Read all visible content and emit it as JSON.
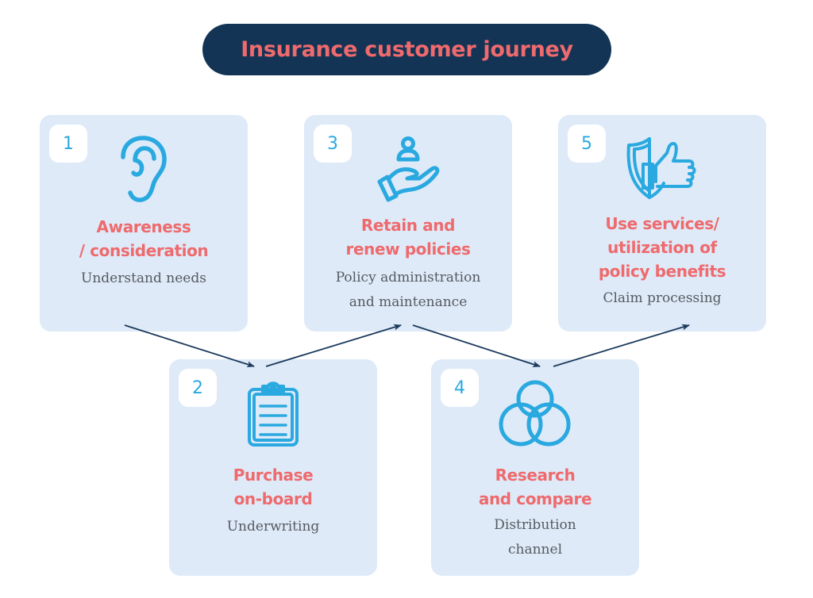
{
  "title": "Insurance customer journey",
  "colors": {
    "title_background": "#143455",
    "title_text": "#ee6a6d",
    "card_background": "#deeaf8",
    "badge_background": "#ffffff",
    "icon": "#2aa9e0",
    "heading": "#ee6a6d",
    "subtext": "#555a60",
    "arrow": "#1b3a5c"
  },
  "steps": [
    {
      "number": "1",
      "icon": "ear-icon",
      "heading_lines": [
        "Awareness",
        "/ consideration"
      ],
      "sub_lines": [
        "Understand needs"
      ]
    },
    {
      "number": "2",
      "icon": "clipboard-icon",
      "heading_lines": [
        "Purchase",
        "on-board"
      ],
      "sub_lines": [
        "Underwriting"
      ]
    },
    {
      "number": "3",
      "icon": "hand-person-icon",
      "heading_lines": [
        "Retain and",
        "renew policies"
      ],
      "sub_lines": [
        "Policy administration",
        "and maintenance"
      ]
    },
    {
      "number": "4",
      "icon": "three-circles-icon",
      "heading_lines": [
        "Research",
        "and compare"
      ],
      "sub_lines": [
        "Distribution",
        "channel"
      ]
    },
    {
      "number": "5",
      "icon": "shield-thumbs-up-icon",
      "heading_lines": [
        "Use services/",
        "utilization of",
        "policy benefits"
      ],
      "sub_lines": [
        "Claim processing"
      ]
    }
  ],
  "flow": [
    {
      "from": "1",
      "to": "2"
    },
    {
      "from": "2",
      "to": "3"
    },
    {
      "from": "3",
      "to": "4"
    },
    {
      "from": "4",
      "to": "5"
    }
  ]
}
